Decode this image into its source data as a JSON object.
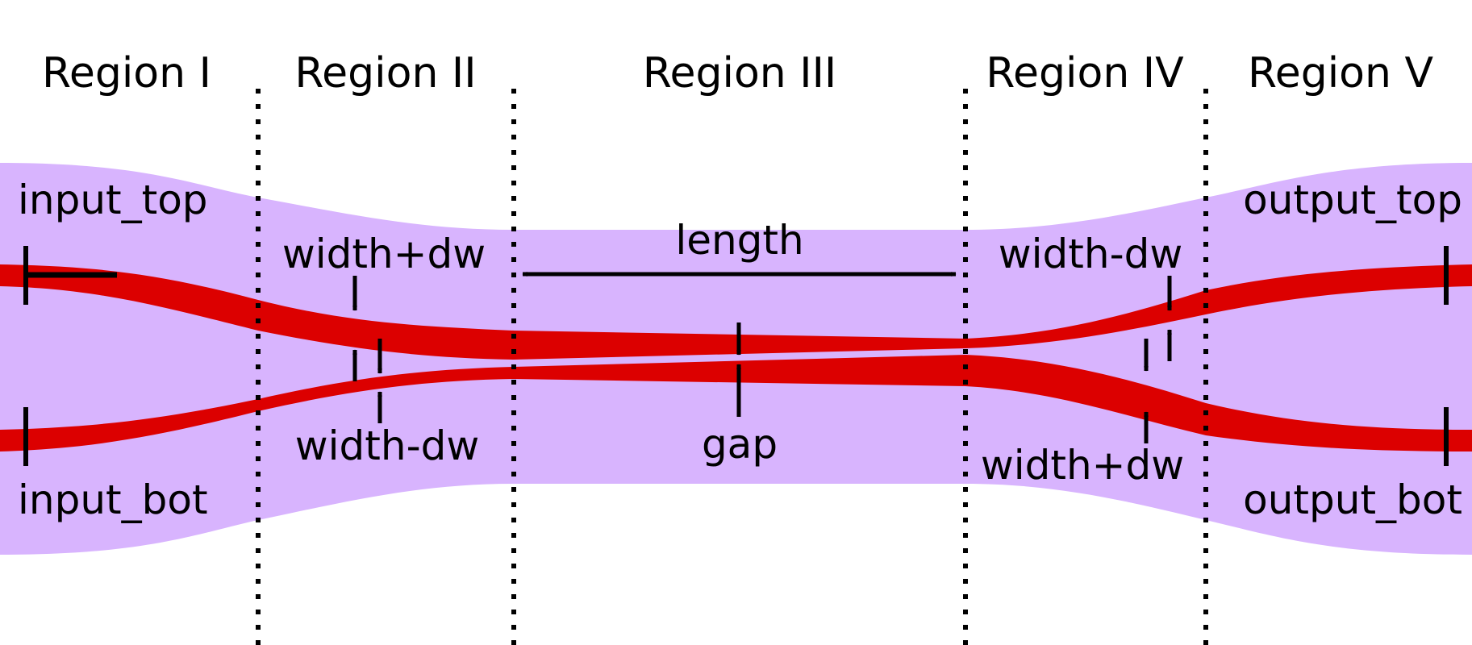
{
  "regions": [
    {
      "label": "Region I"
    },
    {
      "label": "Region II"
    },
    {
      "label": "Region III"
    },
    {
      "label": "Region IV"
    },
    {
      "label": "Region V"
    }
  ],
  "ports": {
    "input_top": "input_top",
    "input_bot": "input_bot",
    "output_top": "output_top",
    "output_bot": "output_bot"
  },
  "dimensions": {
    "length": "length",
    "gap": "gap",
    "top_left_width": "width+dw",
    "bot_left_width": "width-dw",
    "top_right_width": "width-dw",
    "bot_right_width": "width+dw"
  },
  "colors": {
    "cladding": "#d8b4fe",
    "waveguide": "#dc0000",
    "annotation": "#000000"
  }
}
